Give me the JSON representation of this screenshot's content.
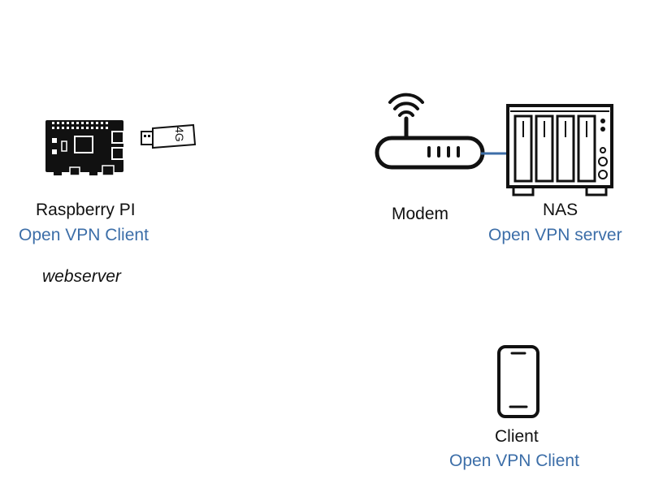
{
  "colors": {
    "ink": "#111111",
    "accent": "#3c6ea8"
  },
  "nodes": {
    "raspberry": {
      "title": "Raspberry PI",
      "subtitle": "Open VPN Client",
      "role": "webserver"
    },
    "dongle": {
      "label": "4G"
    },
    "modem": {
      "title": "Modem"
    },
    "nas": {
      "title": "NAS",
      "subtitle": "Open VPN server"
    },
    "client": {
      "title": "Client",
      "subtitle": "Open VPN Client"
    }
  }
}
